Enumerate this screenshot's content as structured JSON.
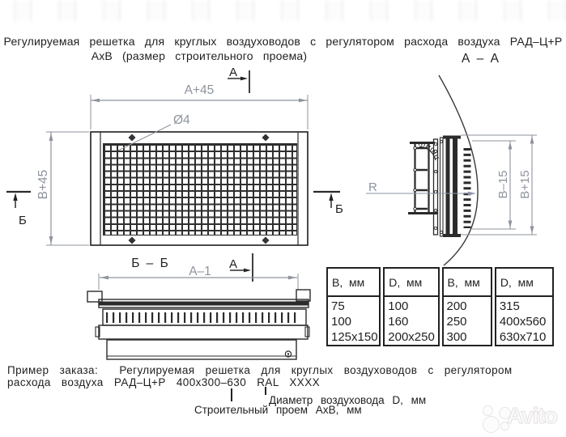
{
  "title": {
    "line1": "Регулируемая решетка для круглых воздуховодов с регулятором расхода воздуха РАД–Ц+Р",
    "line2": "АхВ (размер строительного проема)"
  },
  "front_view": {
    "dim_width": "А+45",
    "dim_height": "В+45",
    "hole_diameter": "Ø4",
    "section_arrow_a": "А",
    "section_arrow_b": "Б"
  },
  "section_bb": {
    "title": "Б – Б",
    "dim_width": "А–1",
    "section_arrow_a": "А"
  },
  "section_aa": {
    "title": "А – А",
    "radius_label": "R",
    "dim_inner": "В–15",
    "dim_outer": "В+15"
  },
  "size_table": {
    "headers": [
      "В,  мм",
      "D,  мм",
      "В,  мм",
      "D,  мм"
    ],
    "columns": [
      {
        "rows": [
          "75",
          "100",
          "125x150"
        ]
      },
      {
        "rows": [
          "100",
          "160",
          "200x250"
        ]
      },
      {
        "rows": [
          "200",
          "250",
          "300"
        ]
      },
      {
        "rows": [
          "315",
          "400x560",
          "630x710"
        ]
      }
    ]
  },
  "order_example": {
    "line1": "Пример заказа:  Регулируемая решетка для круглых воздуховодов с регулятором",
    "line2": "расхода воздуха РАД–Ц+Р 400х300–630 RAL ХХХХ",
    "callout_diameter": "Диаметр воздуховода D, мм",
    "callout_opening": "Строительный проем АхВ, мм"
  },
  "watermark": {
    "text": "Avito"
  },
  "colors": {
    "drawing_line": "#2b2b2b",
    "dimension": "#8e939d",
    "radius_leader": "#8b95a8",
    "watermark": "#e7e4e4"
  }
}
